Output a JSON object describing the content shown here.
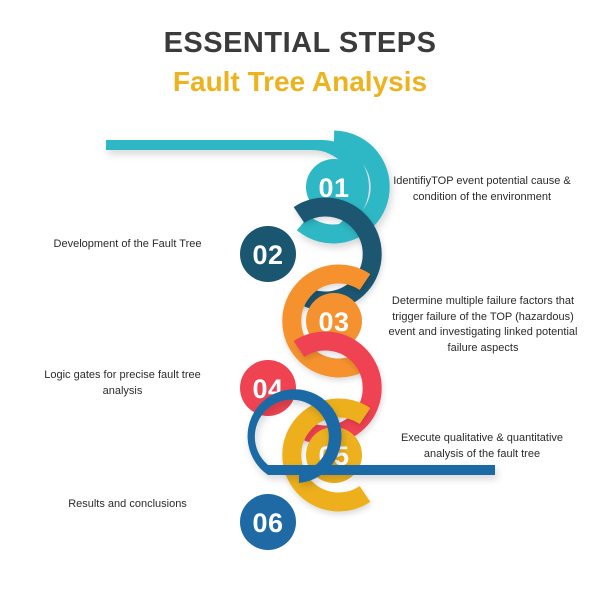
{
  "title": {
    "main": "ESSENTIAL STEPS",
    "sub": "Fault Tree Analysis",
    "main_color": "#3b3b3b",
    "sub_color": "#eeb21f"
  },
  "colors": {
    "step1": "#2eb7c4",
    "step2": "#1a566f",
    "step3": "#f5922f",
    "step4": "#ef4352",
    "step5": "#edb01e",
    "step6": "#1f6aa5",
    "background": "#ffffff",
    "number_text": "#ffffff",
    "body_text": "#2b2b2b"
  },
  "steps": [
    {
      "number": "01",
      "text": "IdentifiyTOP event potential cause & condition of the environment",
      "side": "right",
      "color": "#2eb7c4"
    },
    {
      "number": "02",
      "text": "Development of the Fault Tree",
      "side": "left",
      "color": "#1a566f"
    },
    {
      "number": "03",
      "text": "Determine multiple failure factors that trigger failure of the TOP (hazardous) event and investigating linked potential failure aspects",
      "side": "right",
      "color": "#f5922f"
    },
    {
      "number": "04",
      "text": "Logic gates for precise fault tree analysis",
      "side": "left",
      "color": "#ef4352"
    },
    {
      "number": "05",
      "text": "Execute qualitative  & quantitative analysis of the fault tree",
      "side": "right",
      "color": "#edb01e"
    },
    {
      "number": "06",
      "text": "Results and conclusions",
      "side": "left",
      "color": "#1f6aa5"
    }
  ]
}
